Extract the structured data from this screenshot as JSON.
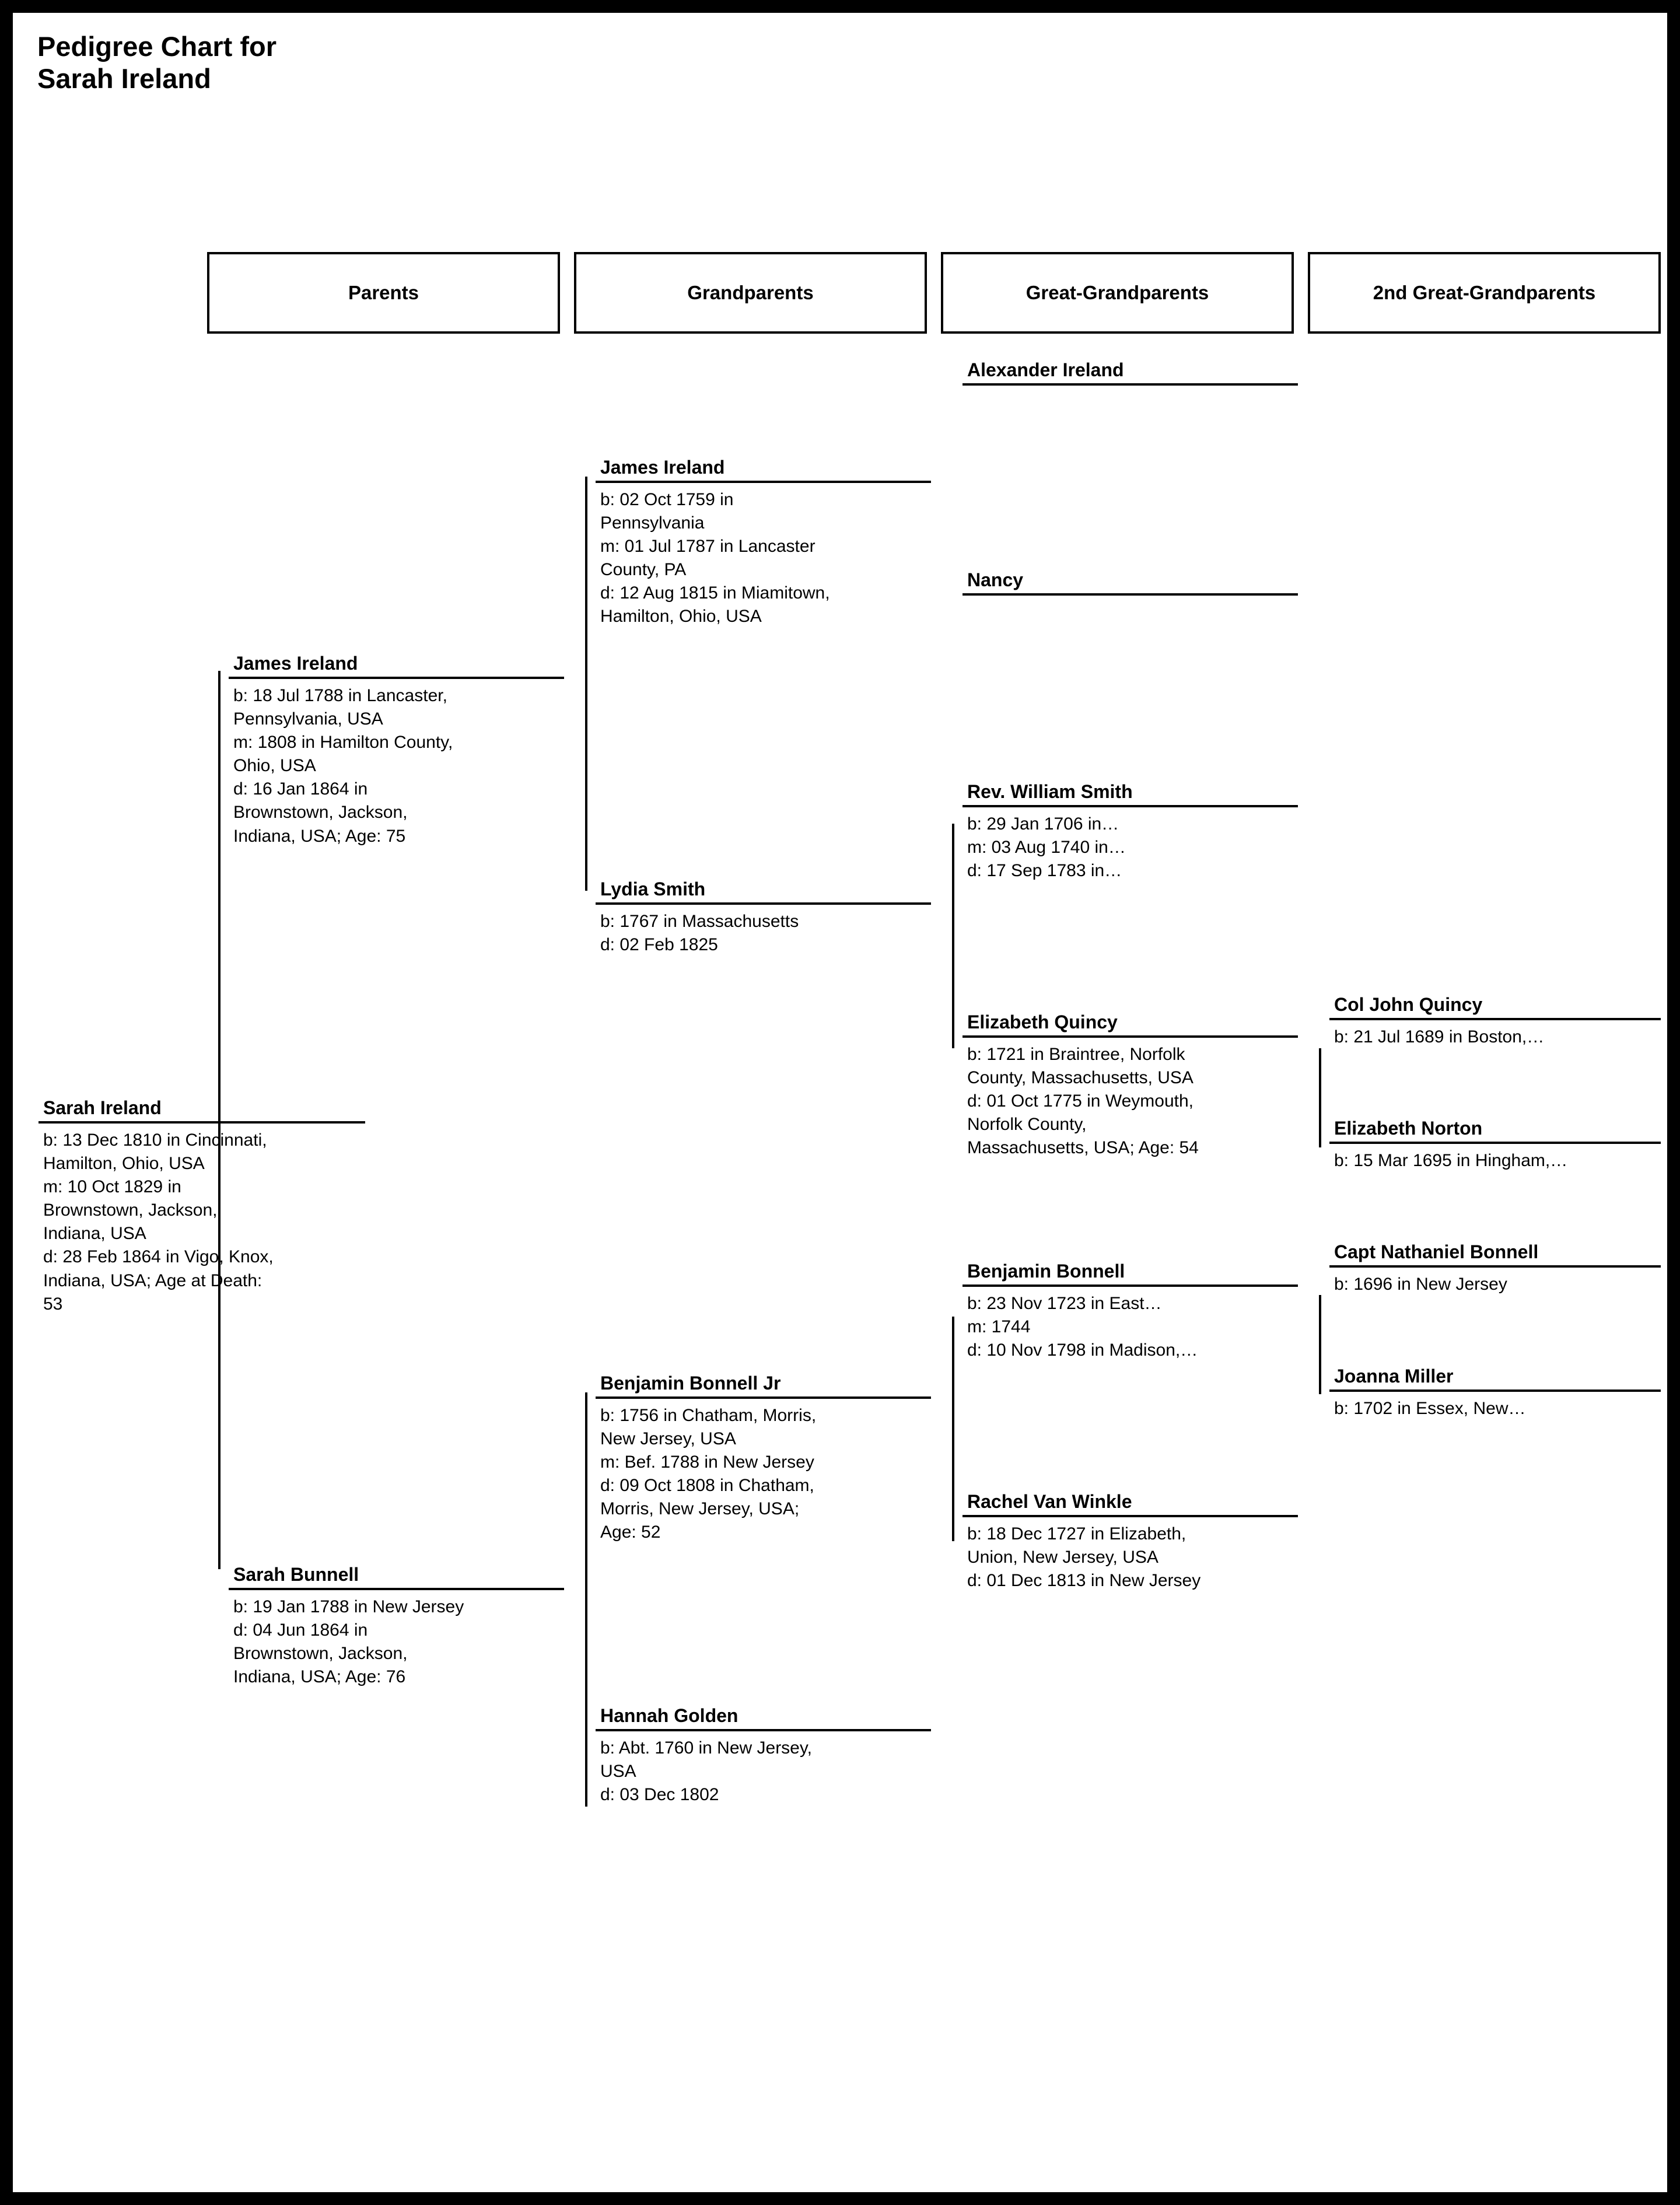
{
  "title": {
    "line1": "Pedigree Chart for",
    "line2": "Sarah Ireland"
  },
  "column_headers": [
    {
      "label": "Parents"
    },
    {
      "label": "Grandparents"
    },
    {
      "label": "Great-Grandparents"
    },
    {
      "label": "2nd Great-Grandparents"
    }
  ],
  "people": {
    "root": {
      "name": "Sarah Ireland",
      "details": "b: 13 Dec 1810 in Cincinnati,\nHamilton, Ohio, USA\nm: 10 Oct 1829 in\nBrownstown, Jackson,\nIndiana, USA\nd: 28 Feb 1864 in Vigo, Knox,\nIndiana, USA; Age at Death:\n53"
    },
    "father": {
      "name": "James Ireland",
      "details": "b: 18 Jul 1788 in Lancaster,\nPennsylvania, USA\nm: 1808 in Hamilton County,\nOhio, USA\nd: 16 Jan 1864 in\nBrownstown, Jackson,\nIndiana, USA; Age: 75"
    },
    "mother": {
      "name": "Sarah Bunnell",
      "details": "b: 19 Jan 1788 in New Jersey\nd: 04 Jun 1864 in\nBrownstown, Jackson,\nIndiana, USA; Age: 76"
    },
    "paternal_grandfather": {
      "name": "James Ireland",
      "details": "b: 02 Oct 1759 in\nPennsylvania\nm: 01 Jul 1787 in Lancaster\nCounty, PA\nd: 12 Aug 1815 in Miamitown,\nHamilton, Ohio, USA"
    },
    "paternal_grandmother": {
      "name": "Lydia Smith",
      "details": "b: 1767 in Massachusetts\nd: 02 Feb 1825"
    },
    "maternal_grandfather": {
      "name": "Benjamin Bonnell Jr",
      "details": "b: 1756 in Chatham, Morris,\nNew Jersey, USA\nm: Bef. 1788 in New Jersey\nd: 09 Oct 1808 in Chatham,\nMorris, New Jersey, USA;\nAge: 52"
    },
    "maternal_grandmother": {
      "name": "Hannah Golden",
      "details": "b: Abt. 1760 in New Jersey,\nUSA\nd: 03 Dec 1802"
    },
    "ggf_1": {
      "name": "Alexander Ireland",
      "details": ""
    },
    "ggm_1": {
      "name": "Nancy",
      "details": ""
    },
    "ggf_2": {
      "name": "Rev. William Smith",
      "details": "b: 29 Jan 1706 in…\nm: 03 Aug 1740 in…\nd: 17 Sep 1783 in…"
    },
    "ggm_2": {
      "name": "Elizabeth Quincy",
      "details": "b: 1721 in Braintree, Norfolk\nCounty, Massachusetts, USA\nd: 01 Oct 1775 in Weymouth,\nNorfolk County,\nMassachusetts, USA; Age: 54"
    },
    "ggf_3": {
      "name": "Benjamin Bonnell",
      "details": "b: 23 Nov 1723 in East…\nm: 1744\nd: 10 Nov 1798 in Madison,…"
    },
    "ggm_3": {
      "name": "Rachel Van Winkle",
      "details": "b: 18 Dec 1727 in Elizabeth,\nUnion, New Jersey, USA\nd: 01 Dec 1813 in New Jersey"
    },
    "gggf_1": {
      "name": "Col John Quincy",
      "details": "b: 21 Jul 1689 in Boston,…"
    },
    "gggm_1": {
      "name": "Elizabeth Norton",
      "details": "b: 15 Mar 1695 in Hingham,…"
    },
    "gggf_2": {
      "name": "Capt Nathaniel Bonnell",
      "details": "b: 1696 in New Jersey"
    },
    "gggm_2": {
      "name": "Joanna Miller",
      "details": "b: 1702 in Essex, New…"
    }
  }
}
